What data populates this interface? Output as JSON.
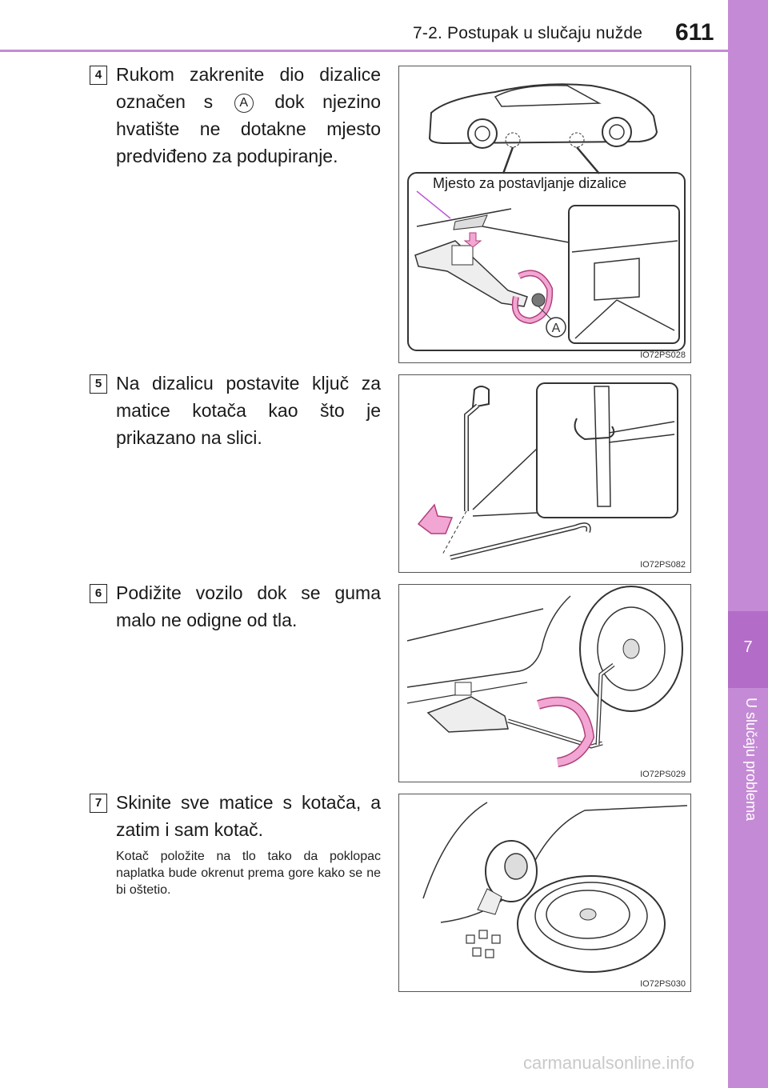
{
  "header": {
    "section": "7-2. Postupak u slučaju nužde",
    "page_number": "611"
  },
  "side_tab": {
    "chapter_number": "7",
    "chapter_title": "U slučaju problema"
  },
  "steps": [
    {
      "number": "4",
      "text_before": "Rukom zakrenite dio dizalice označen s",
      "marker": "A",
      "text_after": "dok njezino hvatište ne dotakne mjesto predviđeno za podupiranje.",
      "figure": {
        "label": "Mjesto za postavljanje dizalice",
        "marker": "A",
        "code": "IO72PS028"
      }
    },
    {
      "number": "5",
      "text": "Na dizalicu postavite ključ za matice kotača kao što je prikazano na slici.",
      "figure": {
        "code": "IO72PS082"
      }
    },
    {
      "number": "6",
      "text": "Podižite vozilo dok se guma malo ne odigne od tla.",
      "figure": {
        "code": "IO72PS029"
      }
    },
    {
      "number": "7",
      "text": "Skinite sve matice s kotača, a zatim i sam kotač.",
      "note": "Kotač položite na tlo tako da poklopac naplatka bude okrenut prema gore kako se ne bi oštetio.",
      "figure": {
        "code": "IO72PS030"
      }
    }
  ],
  "watermark": "carmanualsonline.info",
  "colors": {
    "accent": "#c58ad6",
    "accent_dark": "#b36dc8",
    "arrow_pink": "#f2a6d3"
  }
}
